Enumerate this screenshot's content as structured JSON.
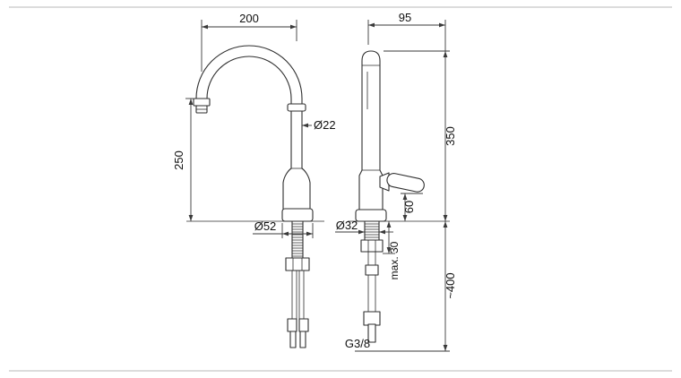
{
  "colors": {
    "background": "#ffffff",
    "object_line": "#2e2e2e",
    "dimension_line": "#3a3a3a",
    "frame_line": "#c8c8c8",
    "text": "#111111"
  },
  "front_view": {
    "dim_spout_reach": "200",
    "dim_spout_height": "250",
    "dim_spout_tube_diameter": "Ø22",
    "dim_base_diameter": "Ø52"
  },
  "side_view": {
    "dim_top_offset": "95",
    "dim_height_above_deck": "350",
    "dim_handle_height_above_deck": "60",
    "dim_shank_diameter": "Ø32",
    "dim_max_deck_thickness": "max. 30",
    "dim_hose_length": "~400",
    "thread_size": "G3/8"
  }
}
